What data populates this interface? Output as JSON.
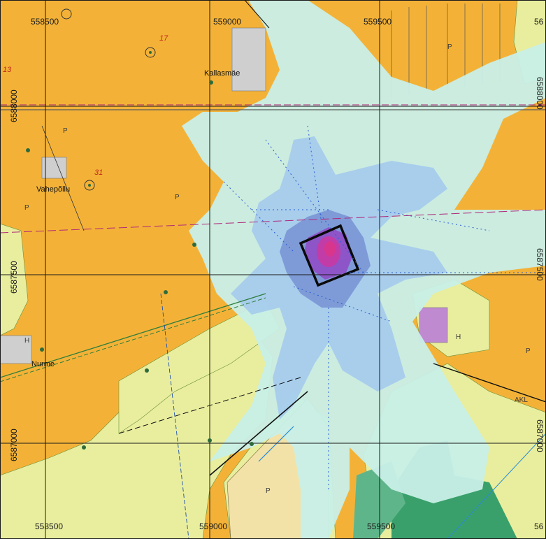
{
  "map": {
    "grid": {
      "top_easting": [
        "558500",
        "559000",
        "559500",
        "56"
      ],
      "bottom_easting": [
        "558500",
        "559000",
        "559500",
        "56"
      ],
      "left_northing": [
        "6588000",
        "6587500",
        "6587000"
      ],
      "right_northing": [
        "6588000",
        "6587500",
        "6587000"
      ]
    },
    "places": {
      "kallasmae": "Kallasmäe",
      "vahepollu": "Vahepõllu",
      "nurme": "Nurme"
    },
    "numbers": {
      "n17": "17",
      "n31": "31",
      "n13": "13"
    },
    "symbols": {
      "p1": "P",
      "p2": "P",
      "p3": "P",
      "p4": "P",
      "p5": "P",
      "p6": "P",
      "h1": "H",
      "h2": "H",
      "akl": "AKL"
    },
    "colors": {
      "field": "#f3b237",
      "grassland": "#e9ee9e",
      "plume_outer": "#c8efe8",
      "plume_mid": "#a5ccec",
      "plume_inner": "#7b98d6",
      "plume_core": "#8e55c8",
      "plume_center": "#c23ca8",
      "forest": "#39a06b",
      "settlement": "#cfcfcf",
      "grid_line": "#1a1a1a"
    }
  }
}
